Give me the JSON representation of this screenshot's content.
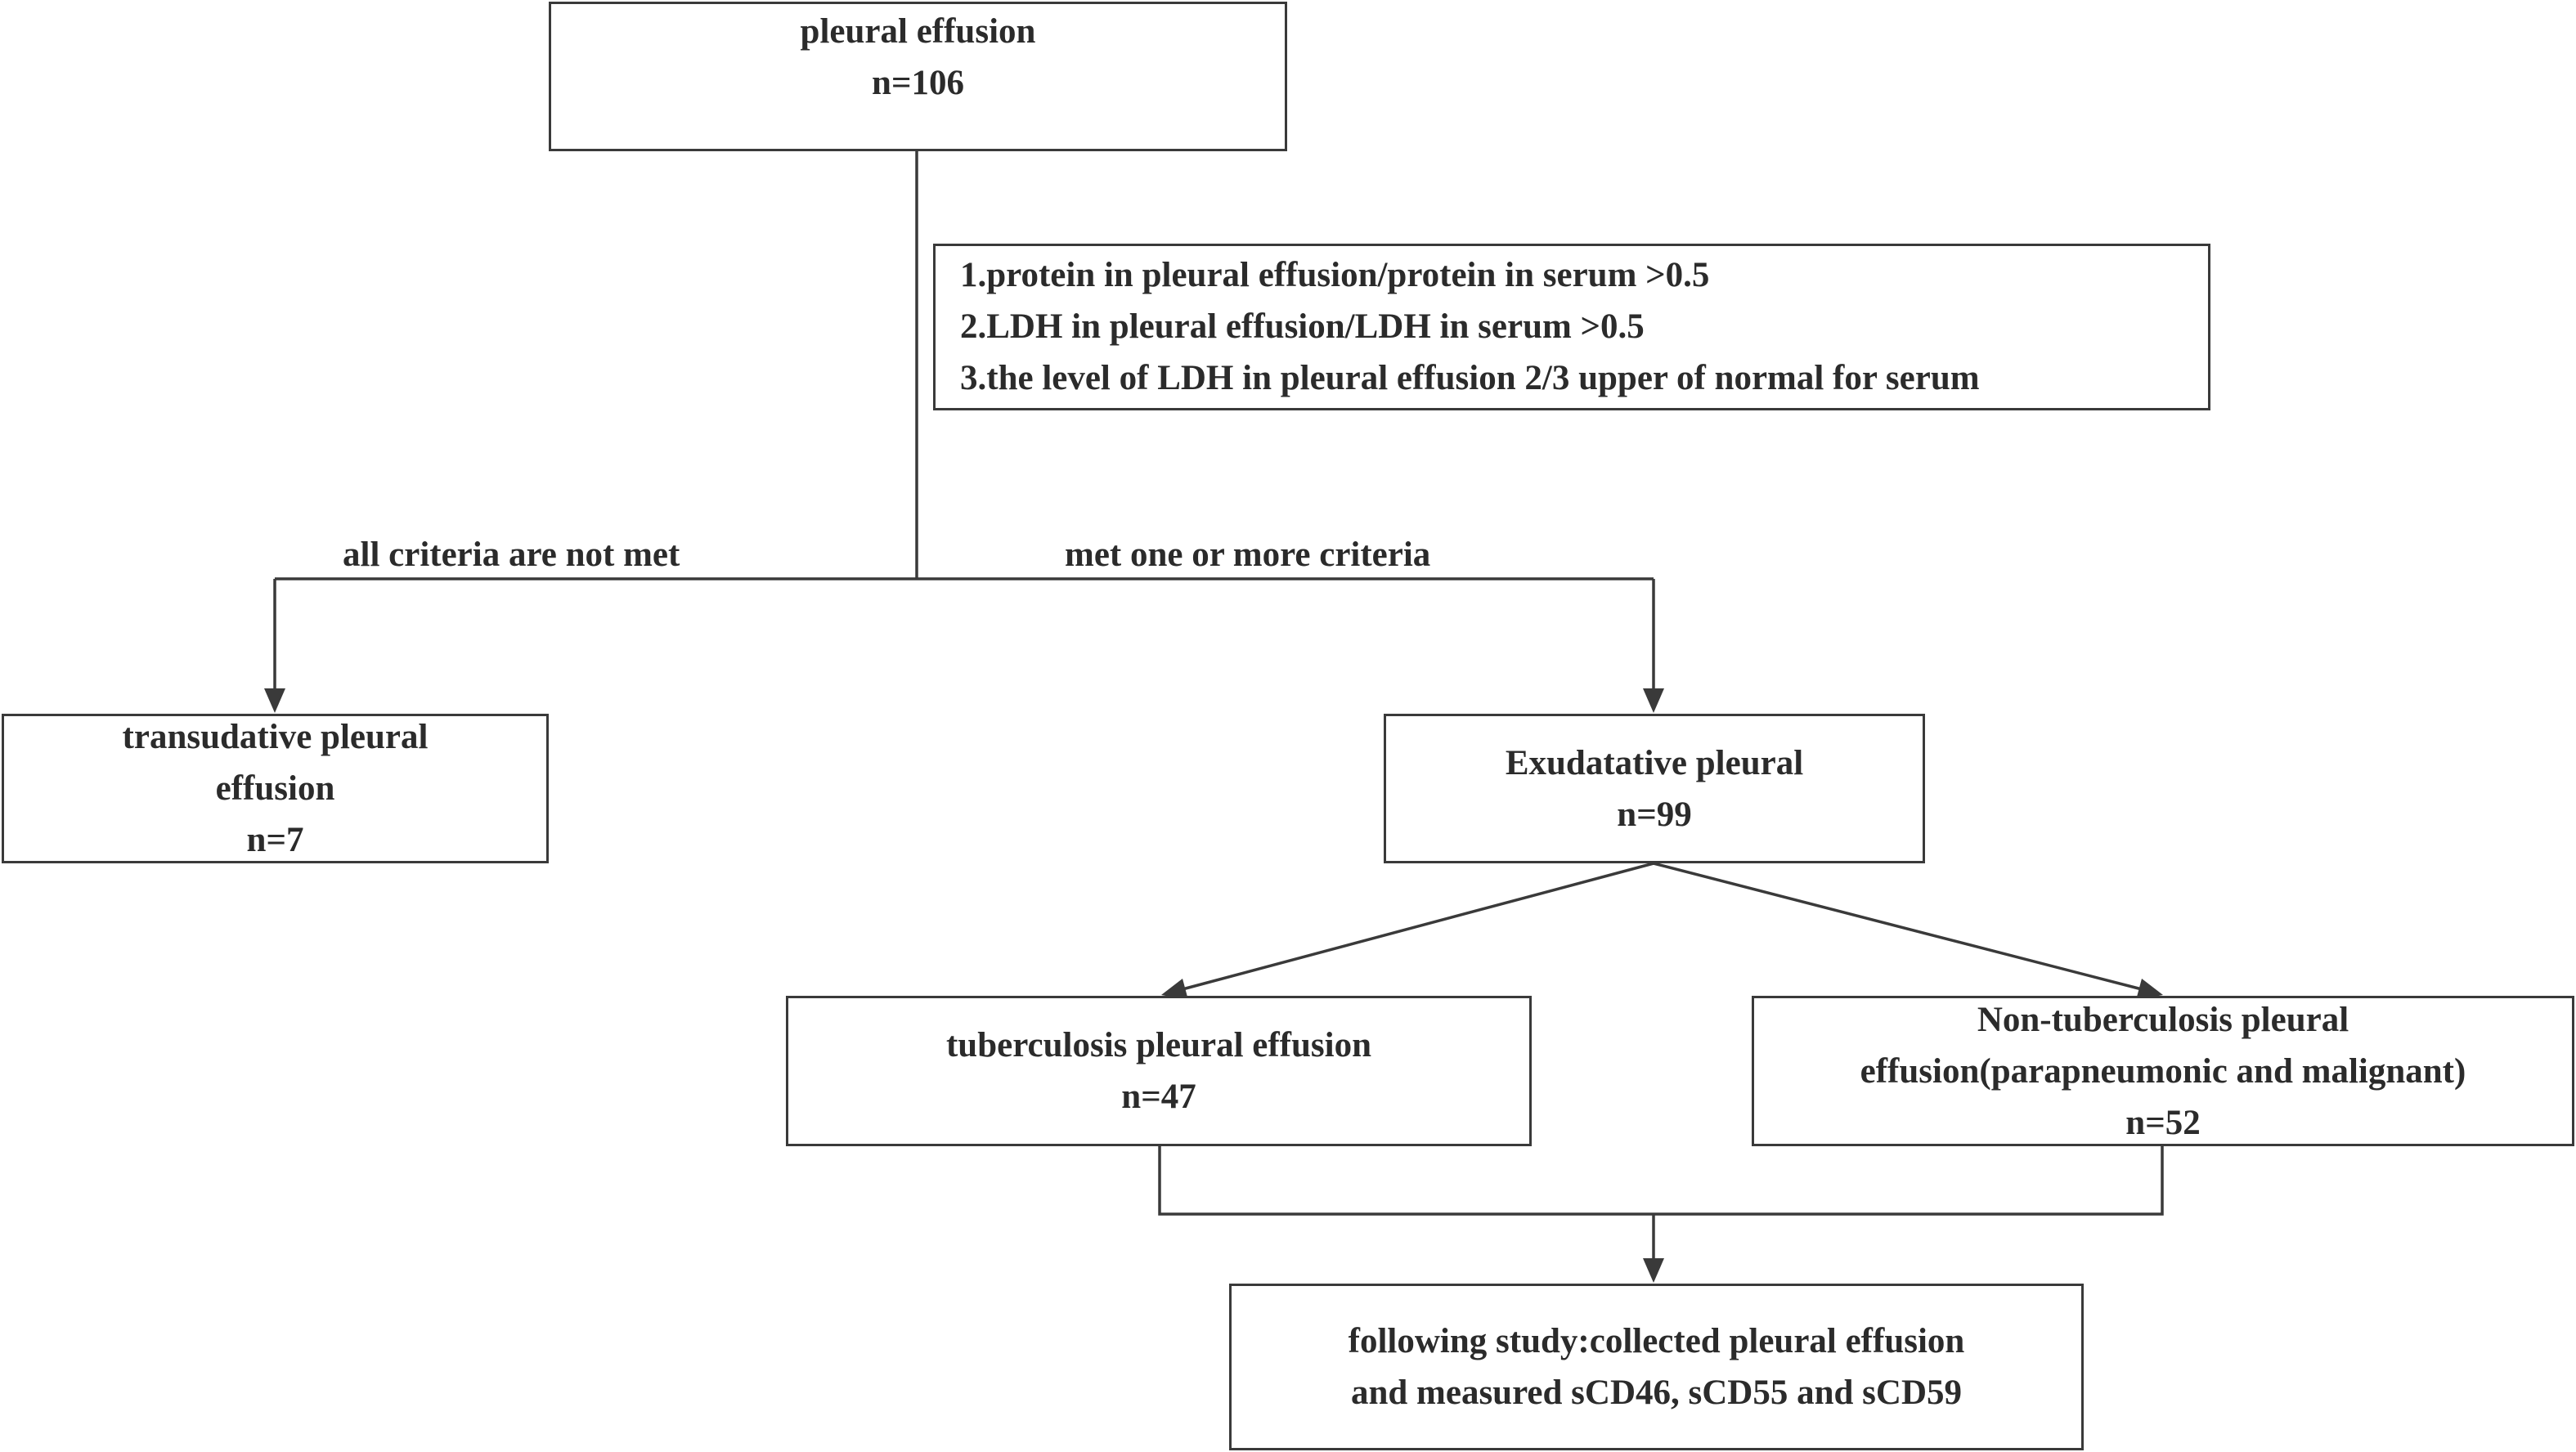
{
  "nodes": {
    "root": {
      "lines": [
        "pleural effusion",
        "n=106"
      ]
    },
    "criteria": {
      "lines": [
        "1.protein in pleural effusion/protein in serum >0.5",
        "2.LDH in pleural effusion/LDH in serum >0.5",
        "3.the level of LDH in pleural effusion 2/3 upper of normal for serum"
      ]
    },
    "transudative": {
      "lines": [
        "transudative pleural",
        "effusion",
        "n=7"
      ]
    },
    "exudative": {
      "lines": [
        "Exudatative pleural",
        "n=99"
      ]
    },
    "tuberculosis": {
      "lines": [
        "tuberculosis pleural effusion",
        "n=47"
      ]
    },
    "non_tuberculosis": {
      "lines": [
        "Non-tuberculosis pleural",
        "effusion(parapneumonic and malignant)",
        "n=52"
      ]
    },
    "following": {
      "lines": [
        "following study:collected pleural effusion",
        "and measured sCD46, sCD55 and sCD59"
      ]
    }
  },
  "edge_labels": {
    "not_met": "all criteria are not met",
    "met": "met one or more criteria"
  }
}
